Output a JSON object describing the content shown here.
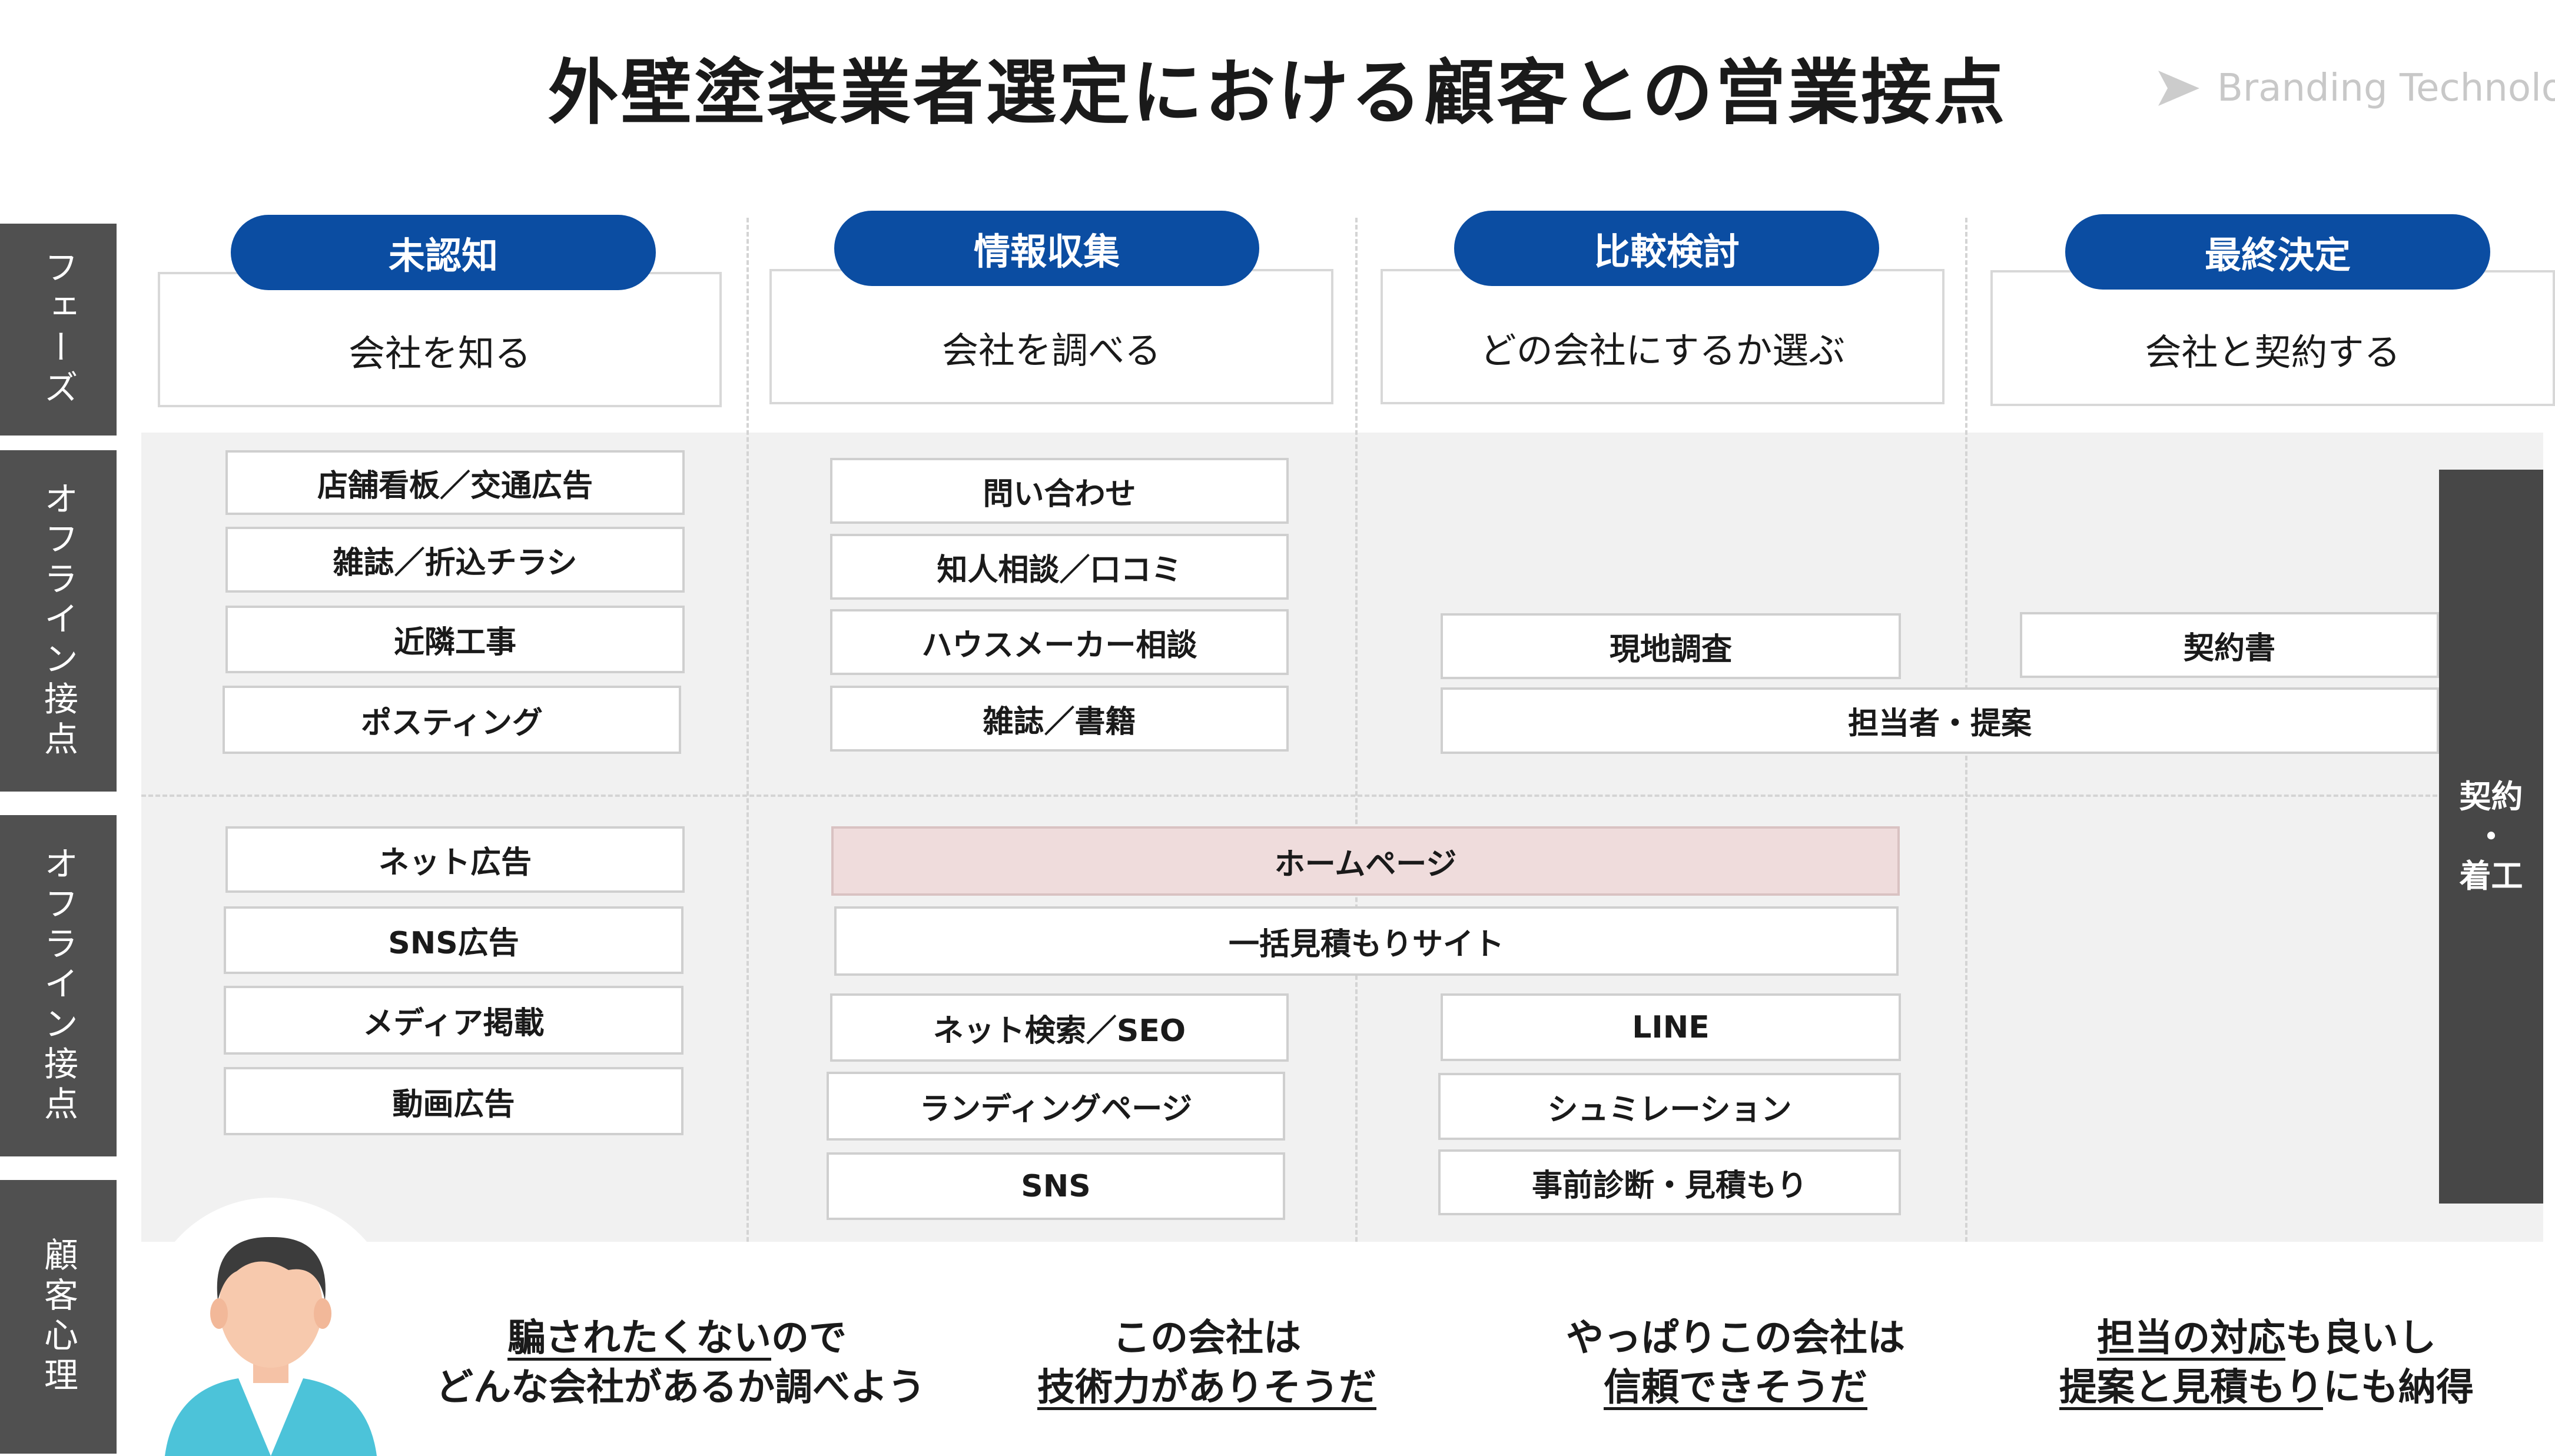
{
  "title": "外壁塗装業者選定における顧客との営業接点",
  "brand": {
    "name": "Branding Technology",
    "icon": "paper-plane-icon"
  },
  "colors": {
    "accent": "#0b4da2",
    "label_bg": "#505050",
    "highlight": "#efdcdc",
    "panel": "#f1f1f1"
  },
  "row_labels": [
    "フェーズ",
    "オフライン接点",
    "オフライン接点",
    "顧客心理"
  ],
  "phases": [
    {
      "name": "未認知",
      "action": "会社を知る"
    },
    {
      "name": "情報収集",
      "action": "会社を調べる"
    },
    {
      "name": "比較検討",
      "action": "どの会社にするか選ぶ"
    },
    {
      "name": "最終決定",
      "action": "会社と契約する"
    }
  ],
  "offline_touchpoints": {
    "unaware": [
      "店舗看板／交通広告",
      "雑誌／折込チラシ",
      "近隣工事",
      "ポスティング"
    ],
    "research": [
      "問い合わせ",
      "知人相談／口コミ",
      "ハウスメーカー相談",
      "雑誌／書籍"
    ],
    "compare": [
      "現地調査"
    ],
    "decide": [
      "契約書"
    ],
    "spanning": [
      "担当者・提案"
    ]
  },
  "online_touchpoints": {
    "unaware": [
      "ネット広告",
      "SNS広告",
      "メディア掲載",
      "動画広告"
    ],
    "spanning": [
      "ホームページ",
      "一括見積もりサイト"
    ],
    "research": [
      "ネット検索／SEO",
      "ランディングページ",
      "SNS"
    ],
    "compare": [
      "LINE",
      "シュミレーション",
      "事前診断・見積もり"
    ]
  },
  "contract_bar": {
    "top": "契約",
    "dot": "・",
    "bottom": "着工"
  },
  "customer_avatar": "person-avatar-icon",
  "psychology": [
    {
      "line1_underlined": "騙されたくない",
      "line1_rest": "ので",
      "line2": "どんな会社があるか調べよう"
    },
    {
      "line1": "この会社は",
      "line2_underlined": "技術力がありそうだ"
    },
    {
      "line1": "やっぱりこの会社は",
      "line2_underlined": "信頼できそうだ"
    },
    {
      "line1_underlined": "担当の対応",
      "line1_rest": "も良いし",
      "line2_underlined": "提案と見積もり",
      "line2_rest": "にも納得"
    }
  ]
}
